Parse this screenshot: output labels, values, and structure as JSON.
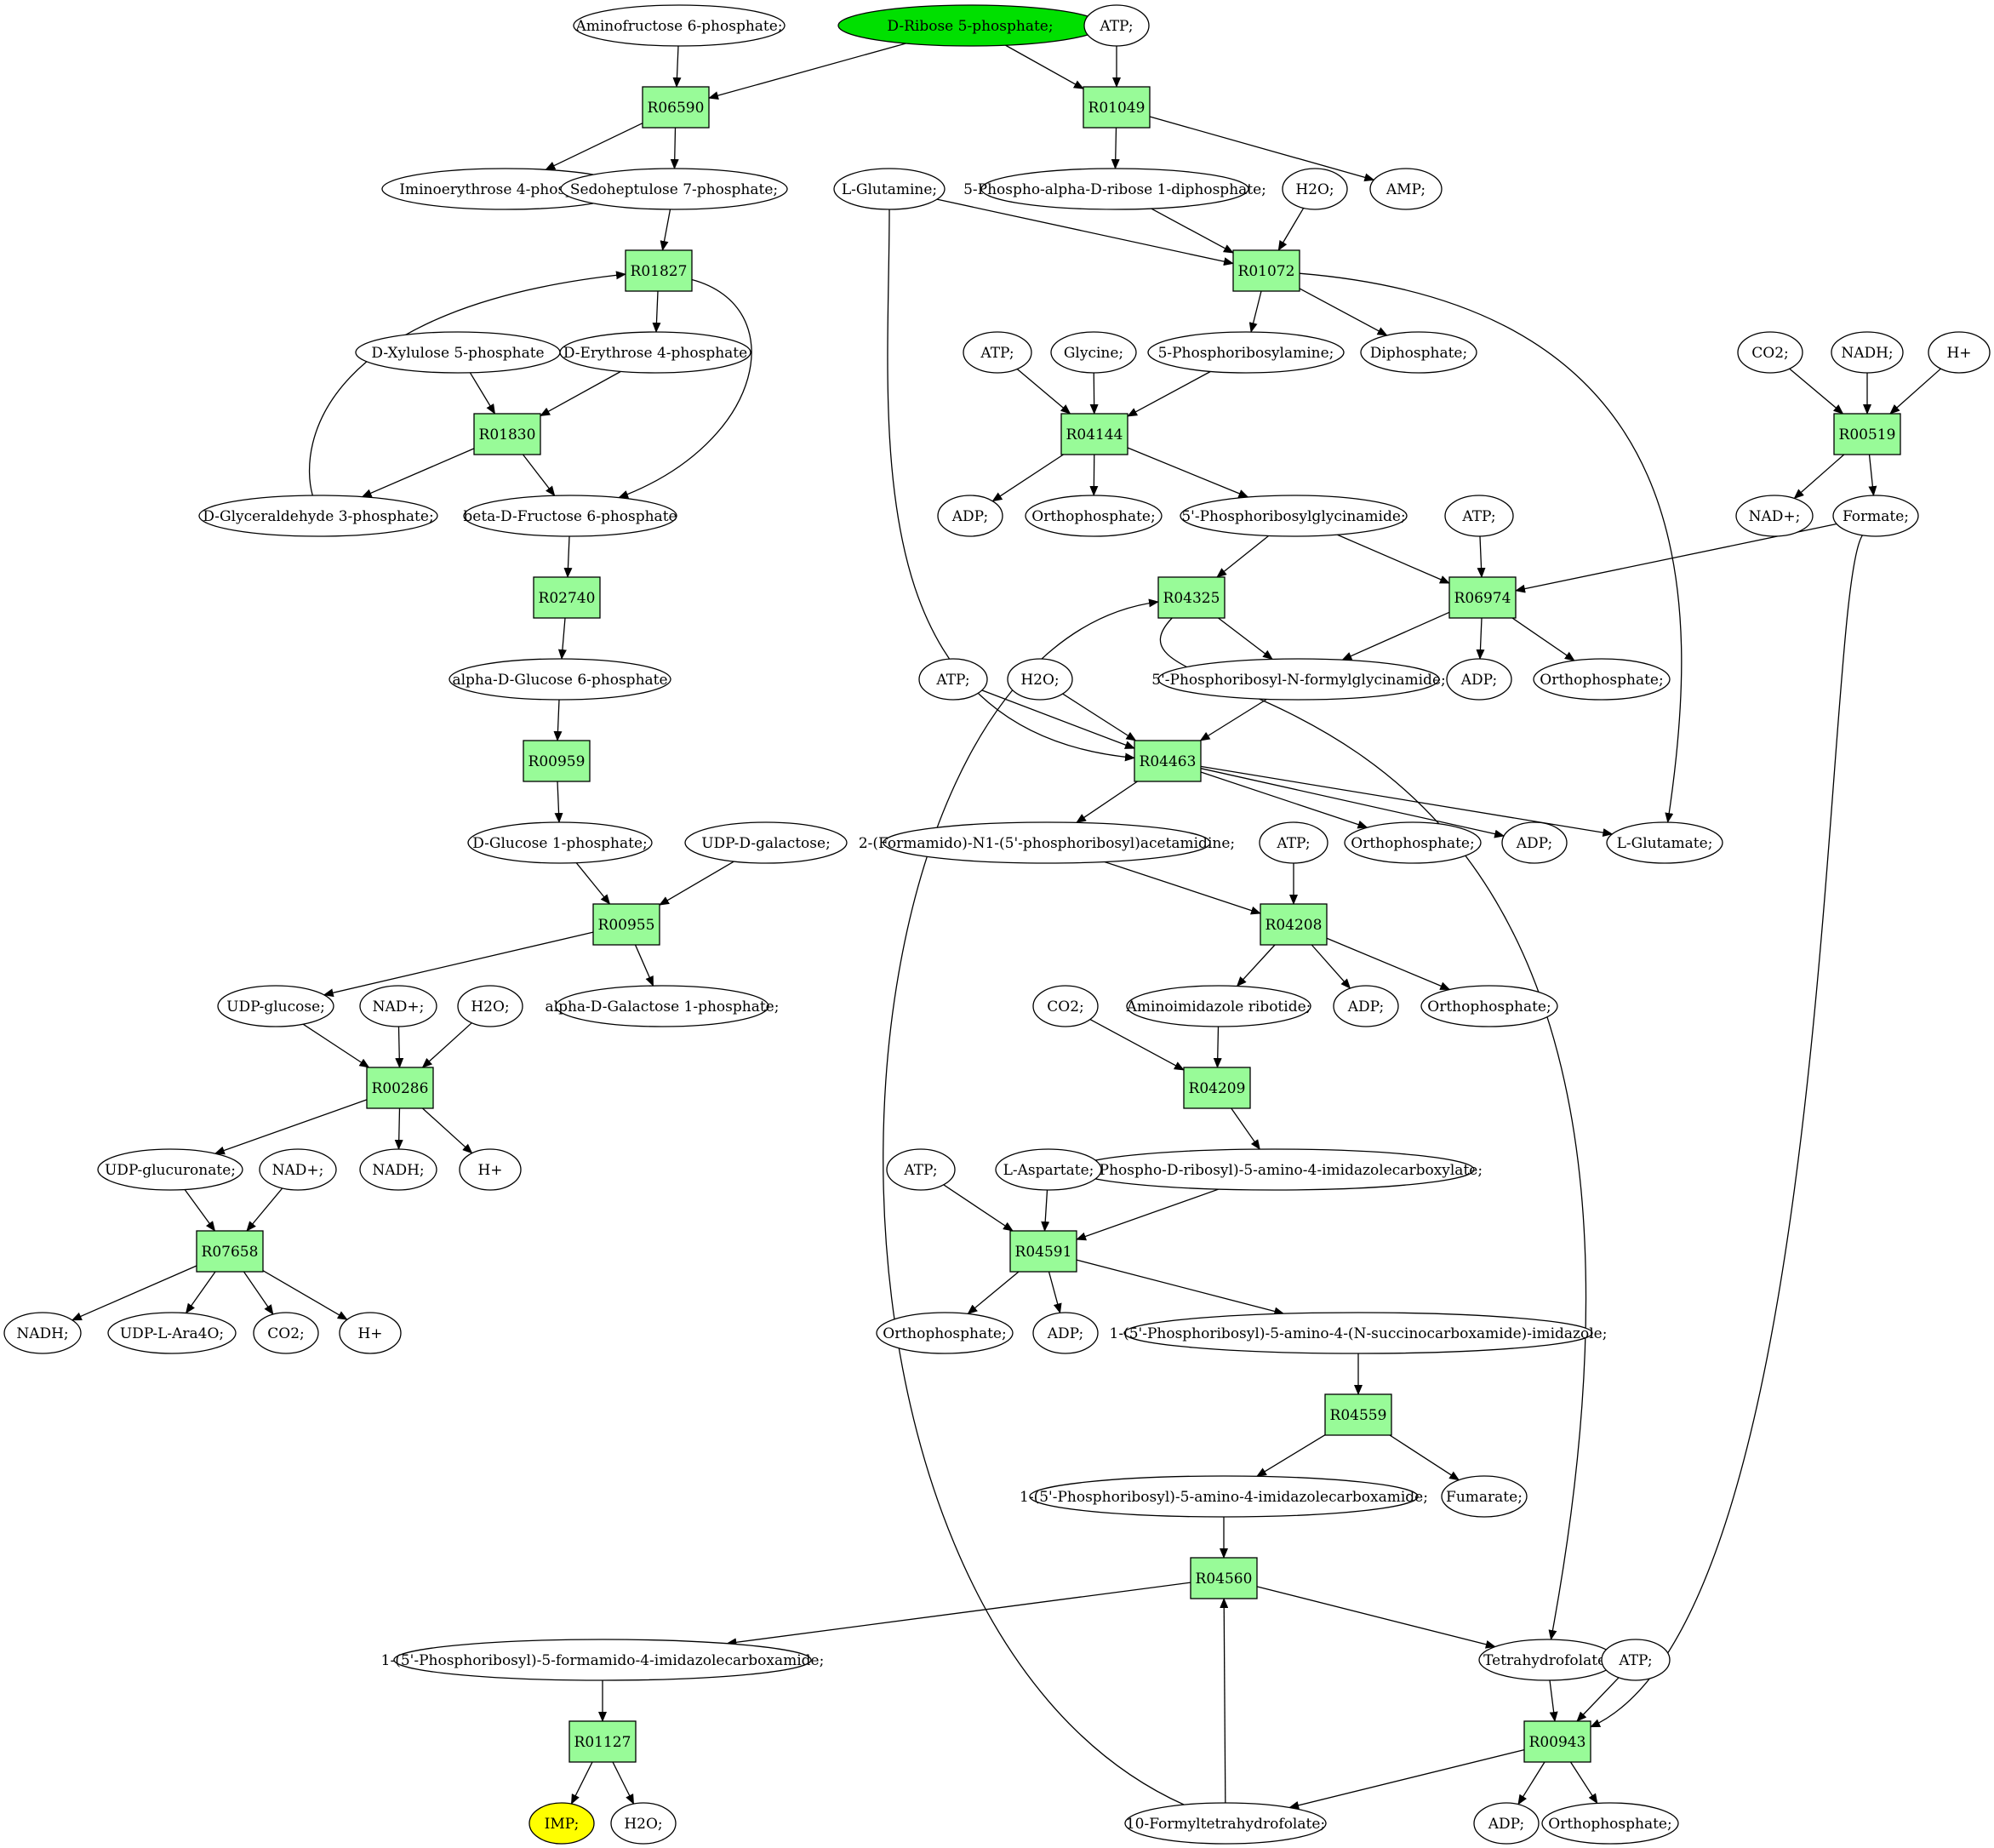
{
  "colors": {
    "background": "#ffffff",
    "reaction_fill": "#98fb98",
    "start_fill": "#00e000",
    "end_fill": "#ffff00",
    "compound_fill": "#ffffff",
    "stroke": "#000000"
  },
  "reactions": [
    {
      "id": "R06590",
      "label": "R06590"
    },
    {
      "id": "R01049",
      "label": "R01049"
    },
    {
      "id": "R01827",
      "label": "R01827"
    },
    {
      "id": "R01072",
      "label": "R01072"
    },
    {
      "id": "R01830",
      "label": "R01830"
    },
    {
      "id": "R04144",
      "label": "R04144"
    },
    {
      "id": "R00519",
      "label": "R00519"
    },
    {
      "id": "R02740",
      "label": "R02740"
    },
    {
      "id": "R04325",
      "label": "R04325"
    },
    {
      "id": "R06974",
      "label": "R06974"
    },
    {
      "id": "R00959",
      "label": "R00959"
    },
    {
      "id": "R04463",
      "label": "R04463"
    },
    {
      "id": "R00955",
      "label": "R00955"
    },
    {
      "id": "R04208",
      "label": "R04208"
    },
    {
      "id": "R00286",
      "label": "R00286"
    },
    {
      "id": "R04209",
      "label": "R04209"
    },
    {
      "id": "R07658",
      "label": "R07658"
    },
    {
      "id": "R04591",
      "label": "R04591"
    },
    {
      "id": "R04559",
      "label": "R04559"
    },
    {
      "id": "R04560",
      "label": "R04560"
    },
    {
      "id": "R01127",
      "label": "R01127"
    },
    {
      "id": "R00943",
      "label": "R00943"
    }
  ],
  "compounds": [
    {
      "id": "aminofructose6p",
      "label": "Aminofructose 6-phosphate;"
    },
    {
      "id": "dribose5p",
      "label": "D-Ribose 5-phosphate;",
      "role": "start"
    },
    {
      "id": "atp1",
      "label": "ATP;"
    },
    {
      "id": "iminoerythrose",
      "label": "Iminoerythrose 4-phosphate;"
    },
    {
      "id": "sedoheptulose",
      "label": "Sedoheptulose 7-phosphate;"
    },
    {
      "id": "lglutamine",
      "label": "L-Glutamine;"
    },
    {
      "id": "prpp",
      "label": "5-Phospho-alpha-D-ribose 1-diphosphate;"
    },
    {
      "id": "h2o1",
      "label": "H2O;"
    },
    {
      "id": "amp",
      "label": "AMP;"
    },
    {
      "id": "dxylulose",
      "label": "D-Xylulose 5-phosphate"
    },
    {
      "id": "derythrose",
      "label": "D-Erythrose 4-phosphate"
    },
    {
      "id": "atp2",
      "label": "ATP;"
    },
    {
      "id": "glycine",
      "label": "Glycine;"
    },
    {
      "id": "phosphoribosylamine",
      "label": "5-Phosphoribosylamine;"
    },
    {
      "id": "diphosphate",
      "label": "Diphosphate;"
    },
    {
      "id": "co2a",
      "label": "CO2;"
    },
    {
      "id": "nadh1",
      "label": "NADH;"
    },
    {
      "id": "hplus1",
      "label": "H+"
    },
    {
      "id": "dglyceraldehyde",
      "label": "D-Glyceraldehyde 3-phosphate;"
    },
    {
      "id": "betafructose",
      "label": "beta-D-Fructose 6-phosphate"
    },
    {
      "id": "adp1",
      "label": "ADP;"
    },
    {
      "id": "ortho1",
      "label": "Orthophosphate;"
    },
    {
      "id": "gar",
      "label": "5'-Phosphoribosylglycinamide;"
    },
    {
      "id": "atp3",
      "label": "ATP;"
    },
    {
      "id": "nadplus1",
      "label": "NAD+;"
    },
    {
      "id": "formate",
      "label": "Formate;"
    },
    {
      "id": "alphaglucose6p",
      "label": "alpha-D-Glucose 6-phosphate"
    },
    {
      "id": "atp4",
      "label": "ATP;"
    },
    {
      "id": "h2o2",
      "label": "H2O;"
    },
    {
      "id": "fgar",
      "label": "5'-Phosphoribosyl-N-formylglycinamide;"
    },
    {
      "id": "adp2",
      "label": "ADP;"
    },
    {
      "id": "ortho2",
      "label": "Orthophosphate;"
    },
    {
      "id": "dglucose1p",
      "label": "D-Glucose 1-phosphate;"
    },
    {
      "id": "udpgalactose",
      "label": "UDP-D-galactose;"
    },
    {
      "id": "fgam",
      "label": "2-(Formamido)-N1-(5'-phosphoribosyl)acetamidine;"
    },
    {
      "id": "atp5",
      "label": "ATP;"
    },
    {
      "id": "ortho3",
      "label": "Orthophosphate;"
    },
    {
      "id": "adp3",
      "label": "ADP;"
    },
    {
      "id": "lglutamate",
      "label": "L-Glutamate;"
    },
    {
      "id": "udpglucose",
      "label": "UDP-glucose;"
    },
    {
      "id": "nadplus2",
      "label": "NAD+;"
    },
    {
      "id": "h2o3",
      "label": "H2O;"
    },
    {
      "id": "alphagalactose1p",
      "label": "alpha-D-Galactose 1-phosphate;"
    },
    {
      "id": "co2b",
      "label": "CO2;"
    },
    {
      "id": "air",
      "label": "Aminoimidazole ribotide;"
    },
    {
      "id": "adp4",
      "label": "ADP;"
    },
    {
      "id": "ortho4",
      "label": "Orthophosphate;"
    },
    {
      "id": "udpglucuronate",
      "label": "UDP-glucuronate;"
    },
    {
      "id": "nadplus3",
      "label": "NAD+;"
    },
    {
      "id": "nadh2",
      "label": "NADH;"
    },
    {
      "id": "hplus2",
      "label": "H+"
    },
    {
      "id": "cair",
      "label": "1-(5-Phospho-D-ribosyl)-5-amino-4-imidazolecarboxylate;"
    },
    {
      "id": "atp6",
      "label": "ATP;"
    },
    {
      "id": "laspartate",
      "label": "L-Aspartate;"
    },
    {
      "id": "nadh3",
      "label": "NADH;"
    },
    {
      "id": "udpara4o",
      "label": "UDP-L-Ara4O;"
    },
    {
      "id": "co2c",
      "label": "CO2;"
    },
    {
      "id": "hplus3",
      "label": "H+"
    },
    {
      "id": "ortho5",
      "label": "Orthophosphate;"
    },
    {
      "id": "adp5",
      "label": "ADP;"
    },
    {
      "id": "saicar",
      "label": "1-(5'-Phosphoribosyl)-5-amino-4-(N-succinocarboxamide)-imidazole;"
    },
    {
      "id": "aicar",
      "label": "1-(5'-Phosphoribosyl)-5-amino-4-imidazolecarboxamide;"
    },
    {
      "id": "fumarate",
      "label": "Fumarate;"
    },
    {
      "id": "faicar",
      "label": "1-(5'-Phosphoribosyl)-5-formamido-4-imidazolecarboxamide;"
    },
    {
      "id": "thf",
      "label": "Tetrahydrofolate;"
    },
    {
      "id": "atp7",
      "label": "ATP;"
    },
    {
      "id": "imp",
      "label": "IMP;",
      "role": "end"
    },
    {
      "id": "h2o4",
      "label": "H2O;"
    },
    {
      "id": "formylthf",
      "label": "10-Formyltetrahydrofolate;"
    },
    {
      "id": "adp6",
      "label": "ADP;"
    },
    {
      "id": "ortho6",
      "label": "Orthophosphate;"
    }
  ],
  "edges": [
    [
      "aminofructose6p",
      "R06590"
    ],
    [
      "dribose5p",
      "R06590"
    ],
    [
      "dribose5p",
      "R01049"
    ],
    [
      "atp1",
      "R01049"
    ],
    [
      "R06590",
      "iminoerythrose"
    ],
    [
      "R06590",
      "sedoheptulose"
    ],
    [
      "R01049",
      "prpp"
    ],
    [
      "R01049",
      "amp"
    ],
    [
      "sedoheptulose",
      "R01827"
    ],
    [
      "R01827",
      "derythrose"
    ],
    [
      "R01827",
      "betafructose"
    ],
    [
      "dglyceraldehyde",
      "R01827"
    ],
    [
      "lglutamine",
      "R01072"
    ],
    [
      "prpp",
      "R01072"
    ],
    [
      "h2o1",
      "R01072"
    ],
    [
      "R01072",
      "phosphoribosylamine"
    ],
    [
      "R01072",
      "diphosphate"
    ],
    [
      "R01072",
      "lglutamate"
    ],
    [
      "dxylulose",
      "R01830"
    ],
    [
      "derythrose",
      "R01830"
    ],
    [
      "R01830",
      "dglyceraldehyde"
    ],
    [
      "R01830",
      "betafructose"
    ],
    [
      "atp2",
      "R04144"
    ],
    [
      "glycine",
      "R04144"
    ],
    [
      "phosphoribosylamine",
      "R04144"
    ],
    [
      "R04144",
      "adp1"
    ],
    [
      "R04144",
      "ortho1"
    ],
    [
      "R04144",
      "gar"
    ],
    [
      "co2a",
      "R00519"
    ],
    [
      "nadh1",
      "R00519"
    ],
    [
      "hplus1",
      "R00519"
    ],
    [
      "R00519",
      "nadplus1"
    ],
    [
      "R00519",
      "formate"
    ],
    [
      "betafructose",
      "R02740"
    ],
    [
      "R02740",
      "alphaglucose6p"
    ],
    [
      "gar",
      "R04325"
    ],
    [
      "formylthf",
      "R04325"
    ],
    [
      "R04325",
      "fgar"
    ],
    [
      "R04325",
      "thf"
    ],
    [
      "gar",
      "R06974"
    ],
    [
      "atp3",
      "R06974"
    ],
    [
      "formate",
      "R06974"
    ],
    [
      "R06974",
      "fgar"
    ],
    [
      "R06974",
      "adp2"
    ],
    [
      "R06974",
      "ortho2"
    ],
    [
      "alphaglucose6p",
      "R00959"
    ],
    [
      "R00959",
      "dglucose1p"
    ],
    [
      "fgar",
      "R04463"
    ],
    [
      "atp4",
      "R04463"
    ],
    [
      "h2o2",
      "R04463"
    ],
    [
      "lglutamine",
      "R04463"
    ],
    [
      "R04463",
      "fgam"
    ],
    [
      "R04463",
      "ortho3"
    ],
    [
      "R04463",
      "adp3"
    ],
    [
      "R04463",
      "lglutamate"
    ],
    [
      "dglucose1p",
      "R00955"
    ],
    [
      "udpgalactose",
      "R00955"
    ],
    [
      "R00955",
      "udpglucose"
    ],
    [
      "R00955",
      "alphagalactose1p"
    ],
    [
      "fgam",
      "R04208"
    ],
    [
      "atp5",
      "R04208"
    ],
    [
      "R04208",
      "air"
    ],
    [
      "R04208",
      "adp4"
    ],
    [
      "R04208",
      "ortho4"
    ],
    [
      "udpglucose",
      "R00286"
    ],
    [
      "nadplus2",
      "R00286"
    ],
    [
      "h2o3",
      "R00286"
    ],
    [
      "R00286",
      "udpglucuronate"
    ],
    [
      "R00286",
      "nadh2"
    ],
    [
      "R00286",
      "hplus2"
    ],
    [
      "co2b",
      "R04209"
    ],
    [
      "air",
      "R04209"
    ],
    [
      "R04209",
      "cair"
    ],
    [
      "udpglucuronate",
      "R07658"
    ],
    [
      "nadplus3",
      "R07658"
    ],
    [
      "R07658",
      "nadh3"
    ],
    [
      "R07658",
      "udpara4o"
    ],
    [
      "R07658",
      "co2c"
    ],
    [
      "R07658",
      "hplus3"
    ],
    [
      "atp6",
      "R04591"
    ],
    [
      "laspartate",
      "R04591"
    ],
    [
      "cair",
      "R04591"
    ],
    [
      "R04591",
      "ortho5"
    ],
    [
      "R04591",
      "adp5"
    ],
    [
      "R04591",
      "saicar"
    ],
    [
      "saicar",
      "R04559"
    ],
    [
      "R04559",
      "aicar"
    ],
    [
      "R04559",
      "fumarate"
    ],
    [
      "aicar",
      "R04560"
    ],
    [
      "formylthf",
      "R04560"
    ],
    [
      "R04560",
      "faicar"
    ],
    [
      "R04560",
      "thf"
    ],
    [
      "faicar",
      "R01127"
    ],
    [
      "R01127",
      "imp"
    ],
    [
      "R01127",
      "h2o4"
    ],
    [
      "thf",
      "R00943"
    ],
    [
      "atp7",
      "R00943"
    ],
    [
      "formate",
      "R00943"
    ],
    [
      "R00943",
      "formylthf"
    ],
    [
      "R00943",
      "adp6"
    ],
    [
      "R00943",
      "ortho6"
    ]
  ]
}
